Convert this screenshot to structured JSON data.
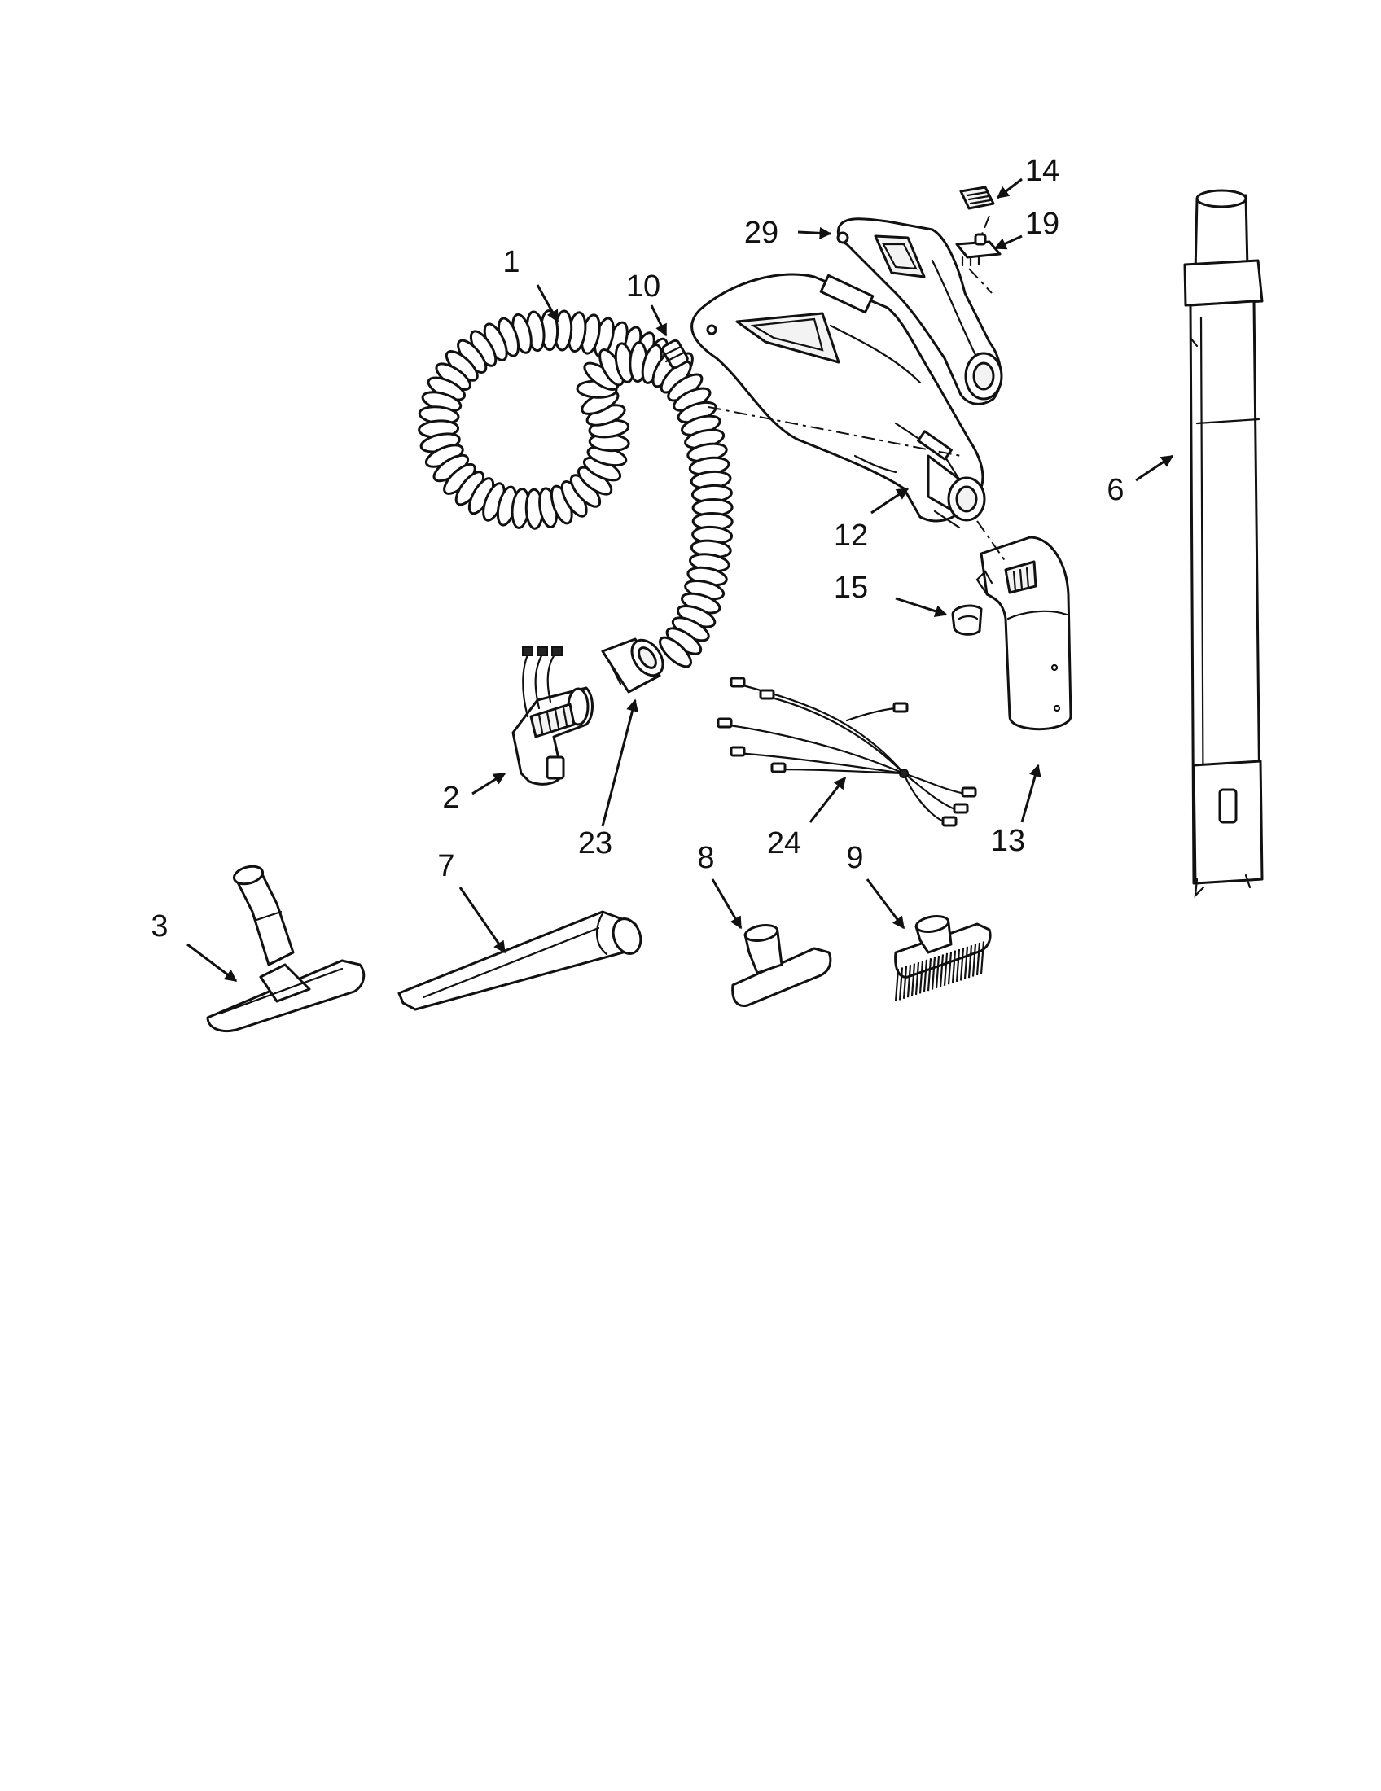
{
  "callouts": {
    "c1": "1",
    "c2": "2",
    "c3": "3",
    "c6": "6",
    "c7": "7",
    "c8": "8",
    "c9": "9",
    "c10": "10",
    "c12": "12",
    "c13": "13",
    "c14": "14",
    "c15": "15",
    "c19": "19",
    "c23": "23",
    "c24": "24",
    "c29": "29"
  }
}
